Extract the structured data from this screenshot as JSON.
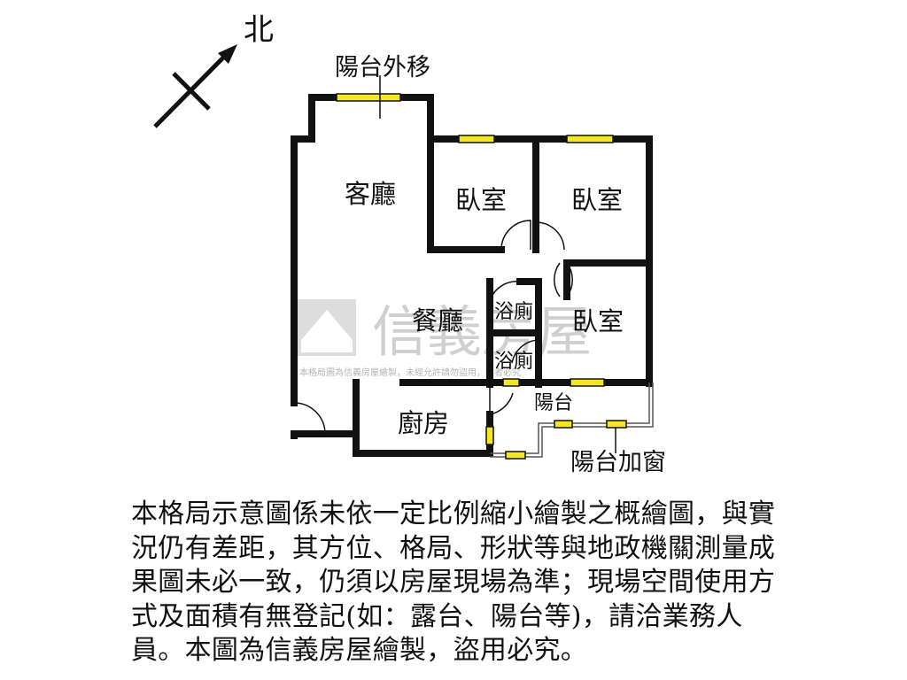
{
  "compass": {
    "label": "北"
  },
  "annotations": {
    "balcony_moved_out": "陽台外移",
    "balcony_window_added": "陽台加窗"
  },
  "rooms": {
    "living_room": "客廳",
    "bedroom_1": "臥室",
    "bedroom_2": "臥室",
    "bedroom_3": "臥室",
    "dining_room": "餐廳",
    "bathroom_1": "浴廁",
    "bathroom_2": "浴廁",
    "kitchen": "廚房",
    "balcony": "陽台"
  },
  "watermark": {
    "brand": "信義房屋",
    "notice": "本格局圖為信義房屋繪製，未經允許請勿盜用，違者必究"
  },
  "disclaimer": "本格局示意圖係未依一定比例縮小繪製之概繪圖，與實況仍有差距，其方位、格局、形狀等與地政機關測量成果圖未必一致，仍須以房屋現場為準；現場空間使用方式及面積有無登記(如：露台、陽台等)，請洽業務人員。本圖為信義房屋繪製，盜用必究。"
}
